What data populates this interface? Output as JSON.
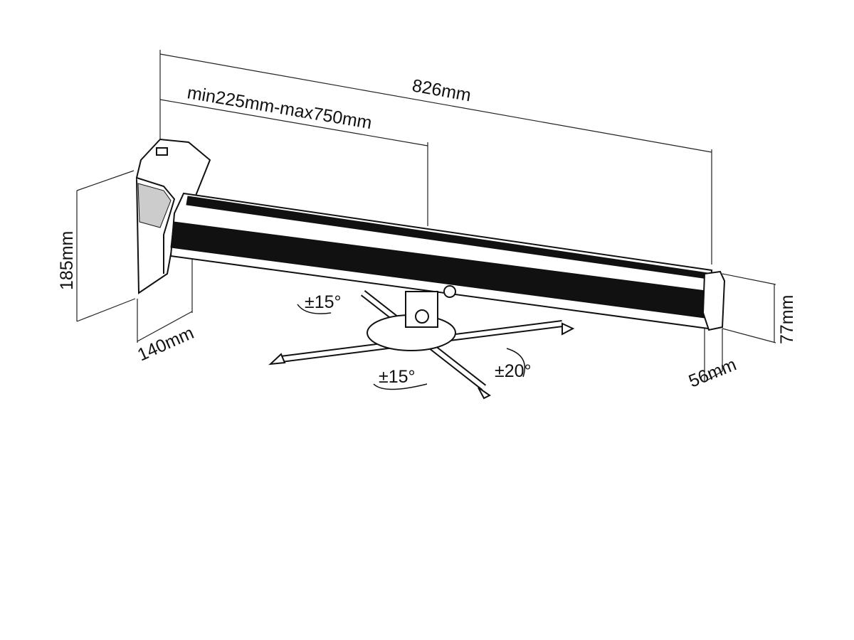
{
  "dimensions": {
    "total_length": "826mm",
    "extension_range": "min225mm-max750mm",
    "plate_height": "185mm",
    "plate_depth": "140mm",
    "arm_height": "77mm",
    "arm_width": "56mm"
  },
  "adjustments": {
    "swivel_top": "±15°",
    "swivel_bottom": "±15°",
    "tilt": "±20°"
  },
  "colors": {
    "line": "#111111",
    "background": "#ffffff"
  }
}
